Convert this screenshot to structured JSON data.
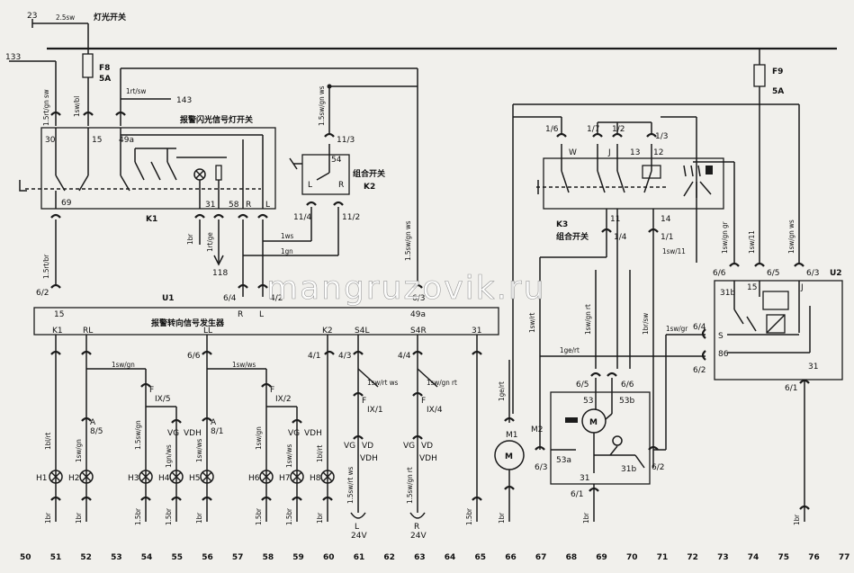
{
  "wire_labels": {
    "supply_23": "23",
    "supply_23_wire": "2.5sw",
    "light_switch": "灯光开关",
    "out_133": "133",
    "w133": "1.5rt/gn sw",
    "f8_wire": "1sw/bl",
    "w143": "1rt/sw",
    "out_143": "143",
    "k2_wire": "1.5sw/gn ws",
    "w49a": "1.5sw/gn ws",
    "ws_lbl": "1ws",
    "gn_lbl": "1gn",
    "w118": "1rt/ge",
    "out_118": "118",
    "w_k1_49": "1.5rt/br",
    "br1": "1br",
    "k3_l": "1sw/rt",
    "k3_m": "1sw/gn rt",
    "k3_r": "1br/sw",
    "w_k3_14": "1sw/11",
    "m1_w": "1ge/rt",
    "w_u2_l": "1sw/gn gr",
    "w_u2_m": "1sw/11",
    "w_u2_r": "1sw/gn ws",
    "w_u2_64": "1sw/gr",
    "w_69_ge": "1ge/rt",
    "gn_l": "1sw/gn",
    "gn_a": "1gn/ws",
    "gn_b": "1sw/gn",
    "ws_b": "1sw/ws",
    "ws_a": "1sw/ws",
    "rt_ws": "1sw/rt ws",
    "gn_rt": "1sw/gn rt",
    "w_lr_l": "1.5sw/rt ws",
    "w_lr_r": "1.5sw/gn rt",
    "w_f": "1sw/ws",
    "br15": "1.5br",
    "br_h": "1br",
    "br_h2": "1br",
    "br_h3": "1.5br",
    "br_h4": "1.5br",
    "br_h5": "1br",
    "br_h6": "1.5br",
    "br_h7": "1.5br",
    "br_h8": "1br",
    "br_65": "1.5br",
    "br_66": "1br",
    "br_69": "1br",
    "br_76": "1br",
    "ge_rt": "1ge/rt",
    "w_h8": "1bl/rt",
    "w_h1": "1bl/rt",
    "w_h5": "1sw/ws",
    "w_h6": "1sw/gn",
    "w_h7": "1sw/ws",
    "w_h2": "1sw/gn",
    "w_h3": "1.5sw/gn",
    "w_h4": "1.5br"
  },
  "components": {
    "f8": "F8",
    "f8_amp": "5A",
    "f9": "F9",
    "f9_amp": "5A",
    "k1_title": "报警闪光信号灯开关",
    "k1": "K1",
    "k2_title": "组合开关",
    "k2": "K2",
    "k3": "K3",
    "k3_title": "组合开关",
    "u1": "U1",
    "u1_title": "报警转向信号发生器",
    "u2": "U2",
    "m1": "M1",
    "m2": "M2",
    "m_symbol": "M",
    "lamp_l": "L",
    "lamp_l_v": "24V",
    "lamp_r": "R",
    "lamp_r_v": "24V"
  },
  "pins": {
    "p30": "30",
    "p15": "15",
    "p49a": "49a",
    "p69": "69",
    "p31": "31",
    "p58": "58",
    "pR": "R",
    "pL": "L",
    "p11_3": "11/3",
    "p54": "54",
    "pL2": "L",
    "pR2": "R",
    "p11_4": "11/4",
    "p11_2": "11/2",
    "u1_15": "15",
    "u1_49a": "49a",
    "u1_6_2": "6/2",
    "u1_6_4": "6/4",
    "u1_4_2": "4/2",
    "u1_R": "R",
    "u1_L": "L",
    "u1_6_3": "6/3",
    "K1": "K1",
    "RL": "RL",
    "LL": "LL",
    "K2": "K2",
    "S4L": "S4L",
    "S4R": "S4R",
    "p31b": "31",
    "p6_6": "6/6",
    "p4_1": "4/1",
    "p4_3": "4/3",
    "p4_4": "4/4",
    "F1": "F",
    "IX5": "IX/5",
    "F2": "F",
    "IX2": "IX/2",
    "F3": "F",
    "IX1": "IX/1",
    "F4": "F",
    "IX4": "IX/4",
    "A1": "A",
    "A1n": "8/5",
    "A2": "A",
    "A2n": "8/1",
    "VG1": "VG",
    "VDH1": "VDH",
    "VG2": "VG",
    "VDH2": "VDH",
    "VG3": "VG",
    "VD3": "VD",
    "VDH3": "VDH",
    "VG4": "VG",
    "VD4": "VD",
    "VDH4": "VDH",
    "H1": "H1",
    "H2": "H2",
    "H3": "H3",
    "H4": "H4",
    "H5": "H5",
    "H6": "H6",
    "H7": "H7",
    "H8": "H8",
    "k3_1_6": "1/6",
    "k3_1_7": "1/7",
    "k3_1_2": "1/2",
    "k3_1_3": "1/3",
    "k3_W": "W",
    "k3_J": "J",
    "k3_13": "13",
    "k3_12": "12",
    "k3_11": "11",
    "k3_14": "14",
    "k3_1_4": "1/4",
    "k3_1_1": "1/1",
    "u2_6_6": "6/6",
    "u2_6_5": "6/5",
    "u2_6_3": "6/3",
    "u2_31b": "31b",
    "u2_15": "15",
    "u2_J": "J",
    "u2_S": "S",
    "u2_86": "86",
    "u2_6_4": "6/4",
    "u2_6_2": "6/2",
    "u2_31": "31",
    "u2_6_1": "6/1",
    "m2_6_5": "6/5",
    "m2_6_6": "6/6",
    "m2_53": "53",
    "m2_53b": "53b",
    "m2_53a": "53a",
    "m2_31": "31",
    "m2_31b": "31b",
    "m2_6_3": "6/3",
    "m2_6_2": "6/2",
    "m2_6_1": "6/1"
  },
  "axis_numbers": [
    "50",
    "51",
    "52",
    "53",
    "54",
    "55",
    "56",
    "57",
    "58",
    "59",
    "60",
    "61",
    "62",
    "63",
    "64",
    "65",
    "66",
    "67",
    "68",
    "69",
    "70",
    "71",
    "72",
    "73",
    "74",
    "75",
    "76",
    "77"
  ],
  "watermark": "mangruzovik.ru"
}
